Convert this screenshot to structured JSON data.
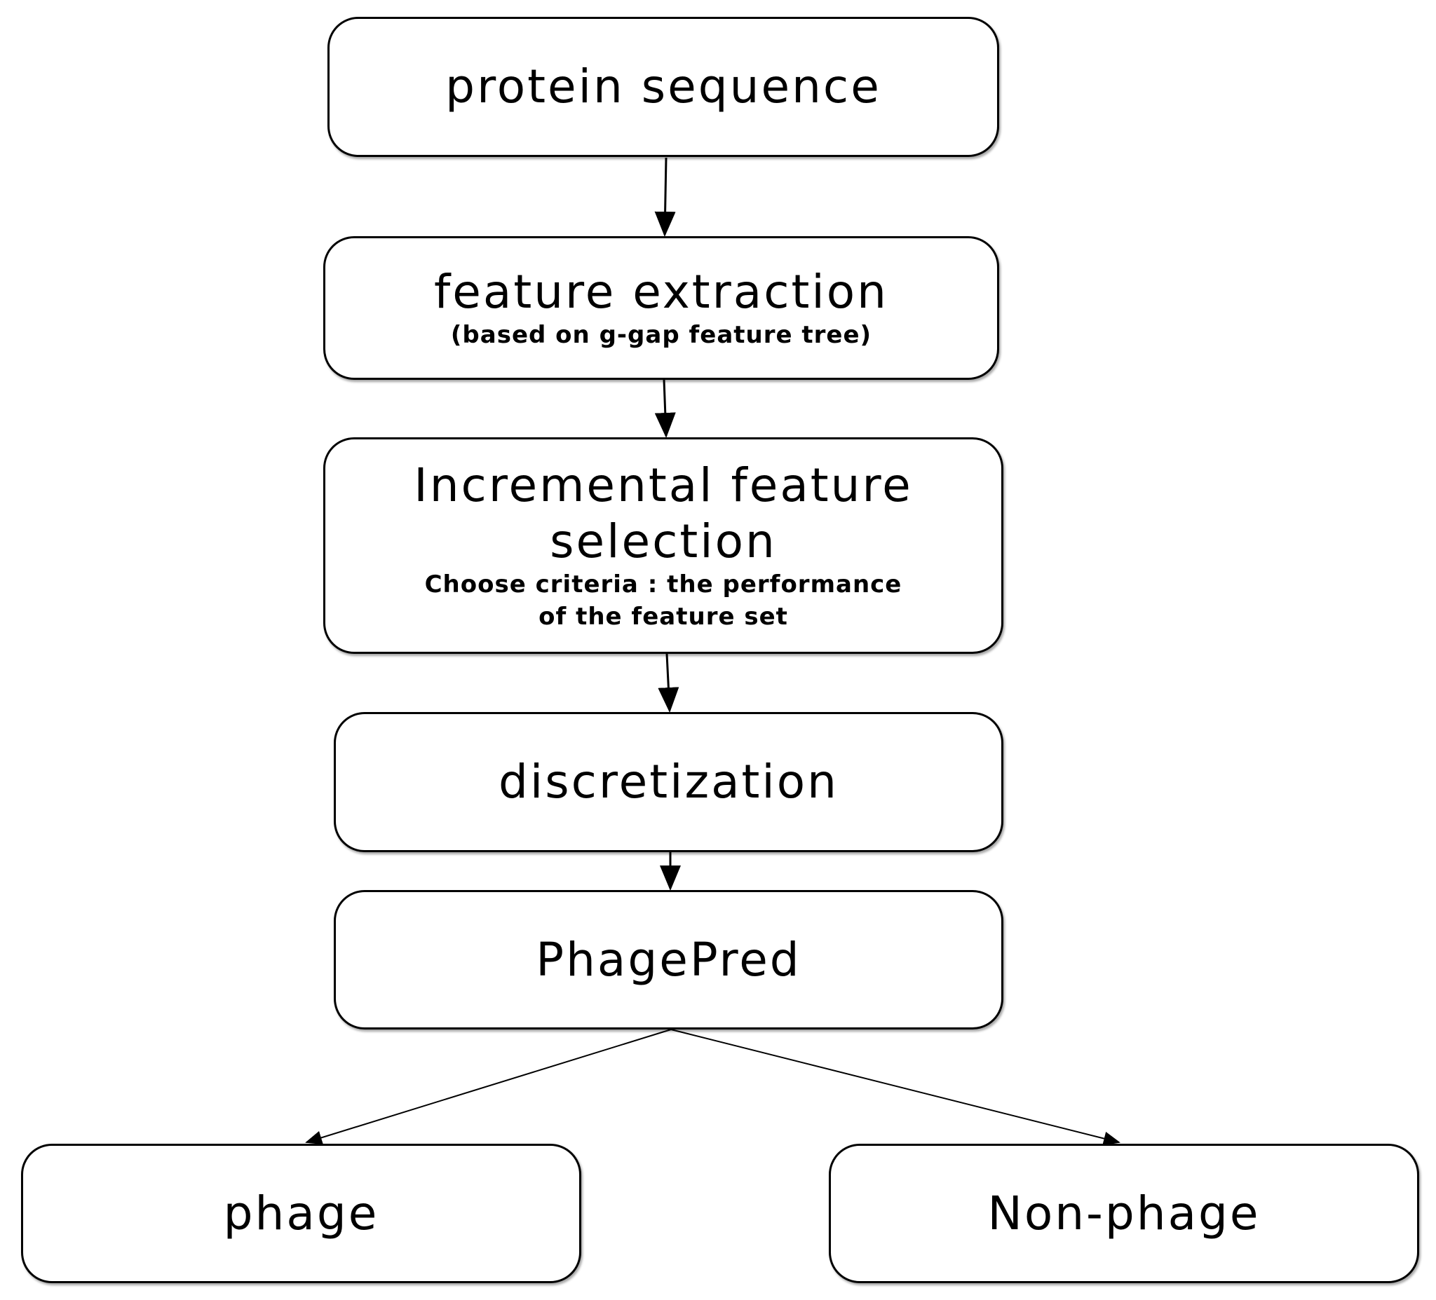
{
  "nodes": {
    "protein_sequence": {
      "title": "protein sequence"
    },
    "feature_extraction": {
      "title": "feature extraction",
      "subtitle": "(based on g-gap feature tree)"
    },
    "feature_selection": {
      "title_line1": "Incremental feature",
      "title_line2": "selection",
      "subtitle_line1": "Choose criteria : the performance",
      "subtitle_line2": "of the feature set"
    },
    "discretization": {
      "title": "discretization"
    },
    "phagepred": {
      "title": "PhagePred"
    },
    "phage": {
      "title": "phage"
    },
    "non_phage": {
      "title": "Non-phage"
    }
  },
  "edges": [
    {
      "from": "protein_sequence",
      "to": "feature_extraction"
    },
    {
      "from": "feature_extraction",
      "to": "feature_selection"
    },
    {
      "from": "feature_selection",
      "to": "discretization"
    },
    {
      "from": "discretization",
      "to": "phagepred"
    },
    {
      "from": "phagepred",
      "to": "phage"
    },
    {
      "from": "phagepred",
      "to": "non_phage"
    }
  ]
}
